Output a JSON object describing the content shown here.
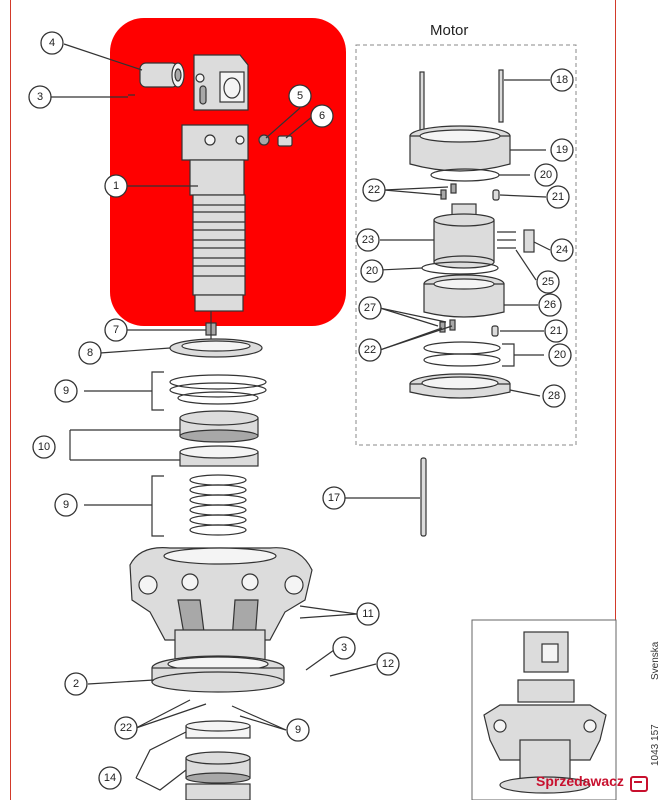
{
  "diagram": {
    "motor_title": "Motor",
    "side_language": "Svenska",
    "side_docnumber": "1043 157",
    "watermark": "Sprzedawacz",
    "colors": {
      "highlight": "#ff0000",
      "line": "#333333",
      "part_fill": "#d8d8d8",
      "part_dark": "#9a9a9a",
      "border": "#d23a2a",
      "dashed": "#888888"
    },
    "callouts": [
      "1",
      "2",
      "3",
      "4",
      "5",
      "6",
      "7",
      "8",
      "9",
      "10",
      "11",
      "12",
      "14",
      "17",
      "18",
      "19",
      "20",
      "21",
      "22",
      "23",
      "24",
      "25",
      "26",
      "27",
      "28"
    ]
  }
}
